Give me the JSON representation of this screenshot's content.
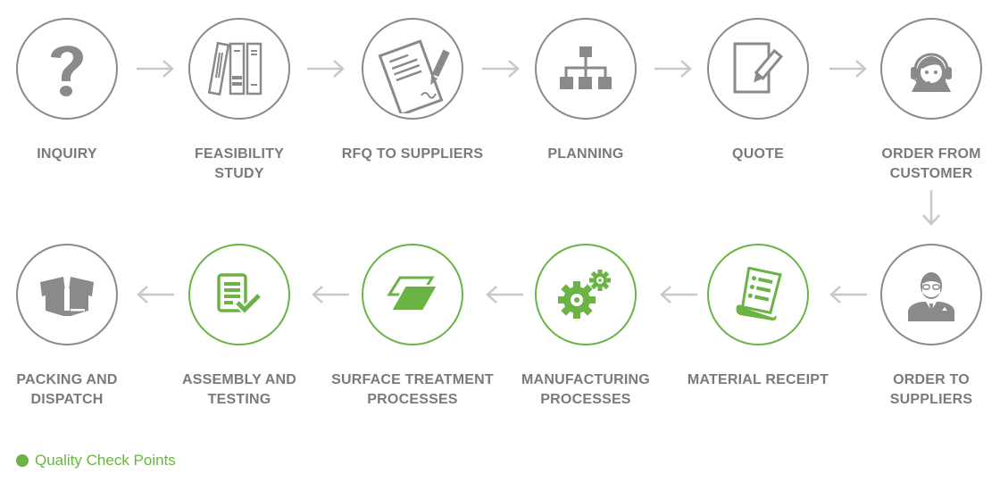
{
  "colors": {
    "gray": "#8a8a8a",
    "label": "#7a7a7a",
    "arrow": "#c8c8c8",
    "quality_green": "#6ab344"
  },
  "steps": [
    {
      "lines": [
        "INQUIRY"
      ],
      "icon": "question-mark-icon",
      "quality_check": false
    },
    {
      "lines": [
        "FEASIBILITY",
        "STUDY"
      ],
      "icon": "binders-icon",
      "quality_check": false
    },
    {
      "lines": [
        "RFQ TO SUPPLIERS"
      ],
      "icon": "contract-signing-icon",
      "quality_check": false
    },
    {
      "lines": [
        "PLANNING"
      ],
      "icon": "org-chart-icon",
      "quality_check": false
    },
    {
      "lines": [
        "QUOTE"
      ],
      "icon": "edit-document-icon",
      "quality_check": false
    },
    {
      "lines": [
        "ORDER FROM",
        "CUSTOMER"
      ],
      "icon": "customer-support-icon",
      "quality_check": false
    },
    {
      "lines": [
        "ORDER TO",
        "SUPPLIERS"
      ],
      "icon": "businessman-icon",
      "quality_check": false
    },
    {
      "lines": [
        "MATERIAL RECEIPT"
      ],
      "icon": "receipt-list-icon",
      "quality_check": true
    },
    {
      "lines": [
        "MANUFACTURING",
        "PROCESSES"
      ],
      "icon": "gears-icon",
      "quality_check": true
    },
    {
      "lines": [
        "SURFACE TREATMENT",
        "PROCESSES"
      ],
      "icon": "layers-icon",
      "quality_check": true
    },
    {
      "lines": [
        "ASSEMBLY AND",
        "TESTING"
      ],
      "icon": "checklist-icon",
      "quality_check": true
    },
    {
      "lines": [
        "PACKING AND",
        "DISPATCH"
      ],
      "icon": "open-box-icon",
      "quality_check": false
    }
  ],
  "legend": {
    "label": "Quality Check Points"
  }
}
